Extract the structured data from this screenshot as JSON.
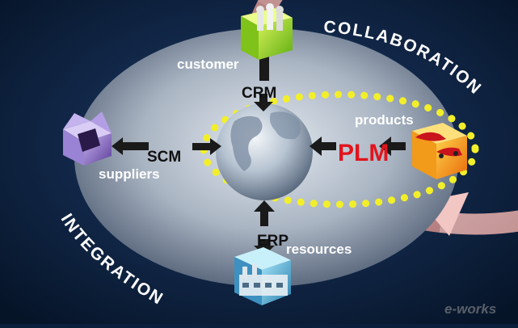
{
  "diagram": {
    "center": {
      "label": "PLM",
      "accent": "#e0141c"
    },
    "nodes": {
      "customer": {
        "label": "customer",
        "hub_label": "CRM",
        "icon": "people-cube-icon"
      },
      "suppliers": {
        "label": "suppliers",
        "hub_label": "SCM",
        "icon": "open-box-icon"
      },
      "products": {
        "label": "products",
        "icon": "cars-cube-icon"
      },
      "resources": {
        "label": "resources",
        "hub_label": "ERP",
        "icon": "factory-cube-icon"
      }
    },
    "arcs": {
      "top": "COLLABORATION",
      "bottom": "INTEGRATION"
    }
  },
  "watermark": "e-works",
  "colors": {
    "background": "#0b1f3d",
    "ring": "#e9b3b0",
    "dots": "#f2ef2a",
    "accent": "#e0141c"
  }
}
